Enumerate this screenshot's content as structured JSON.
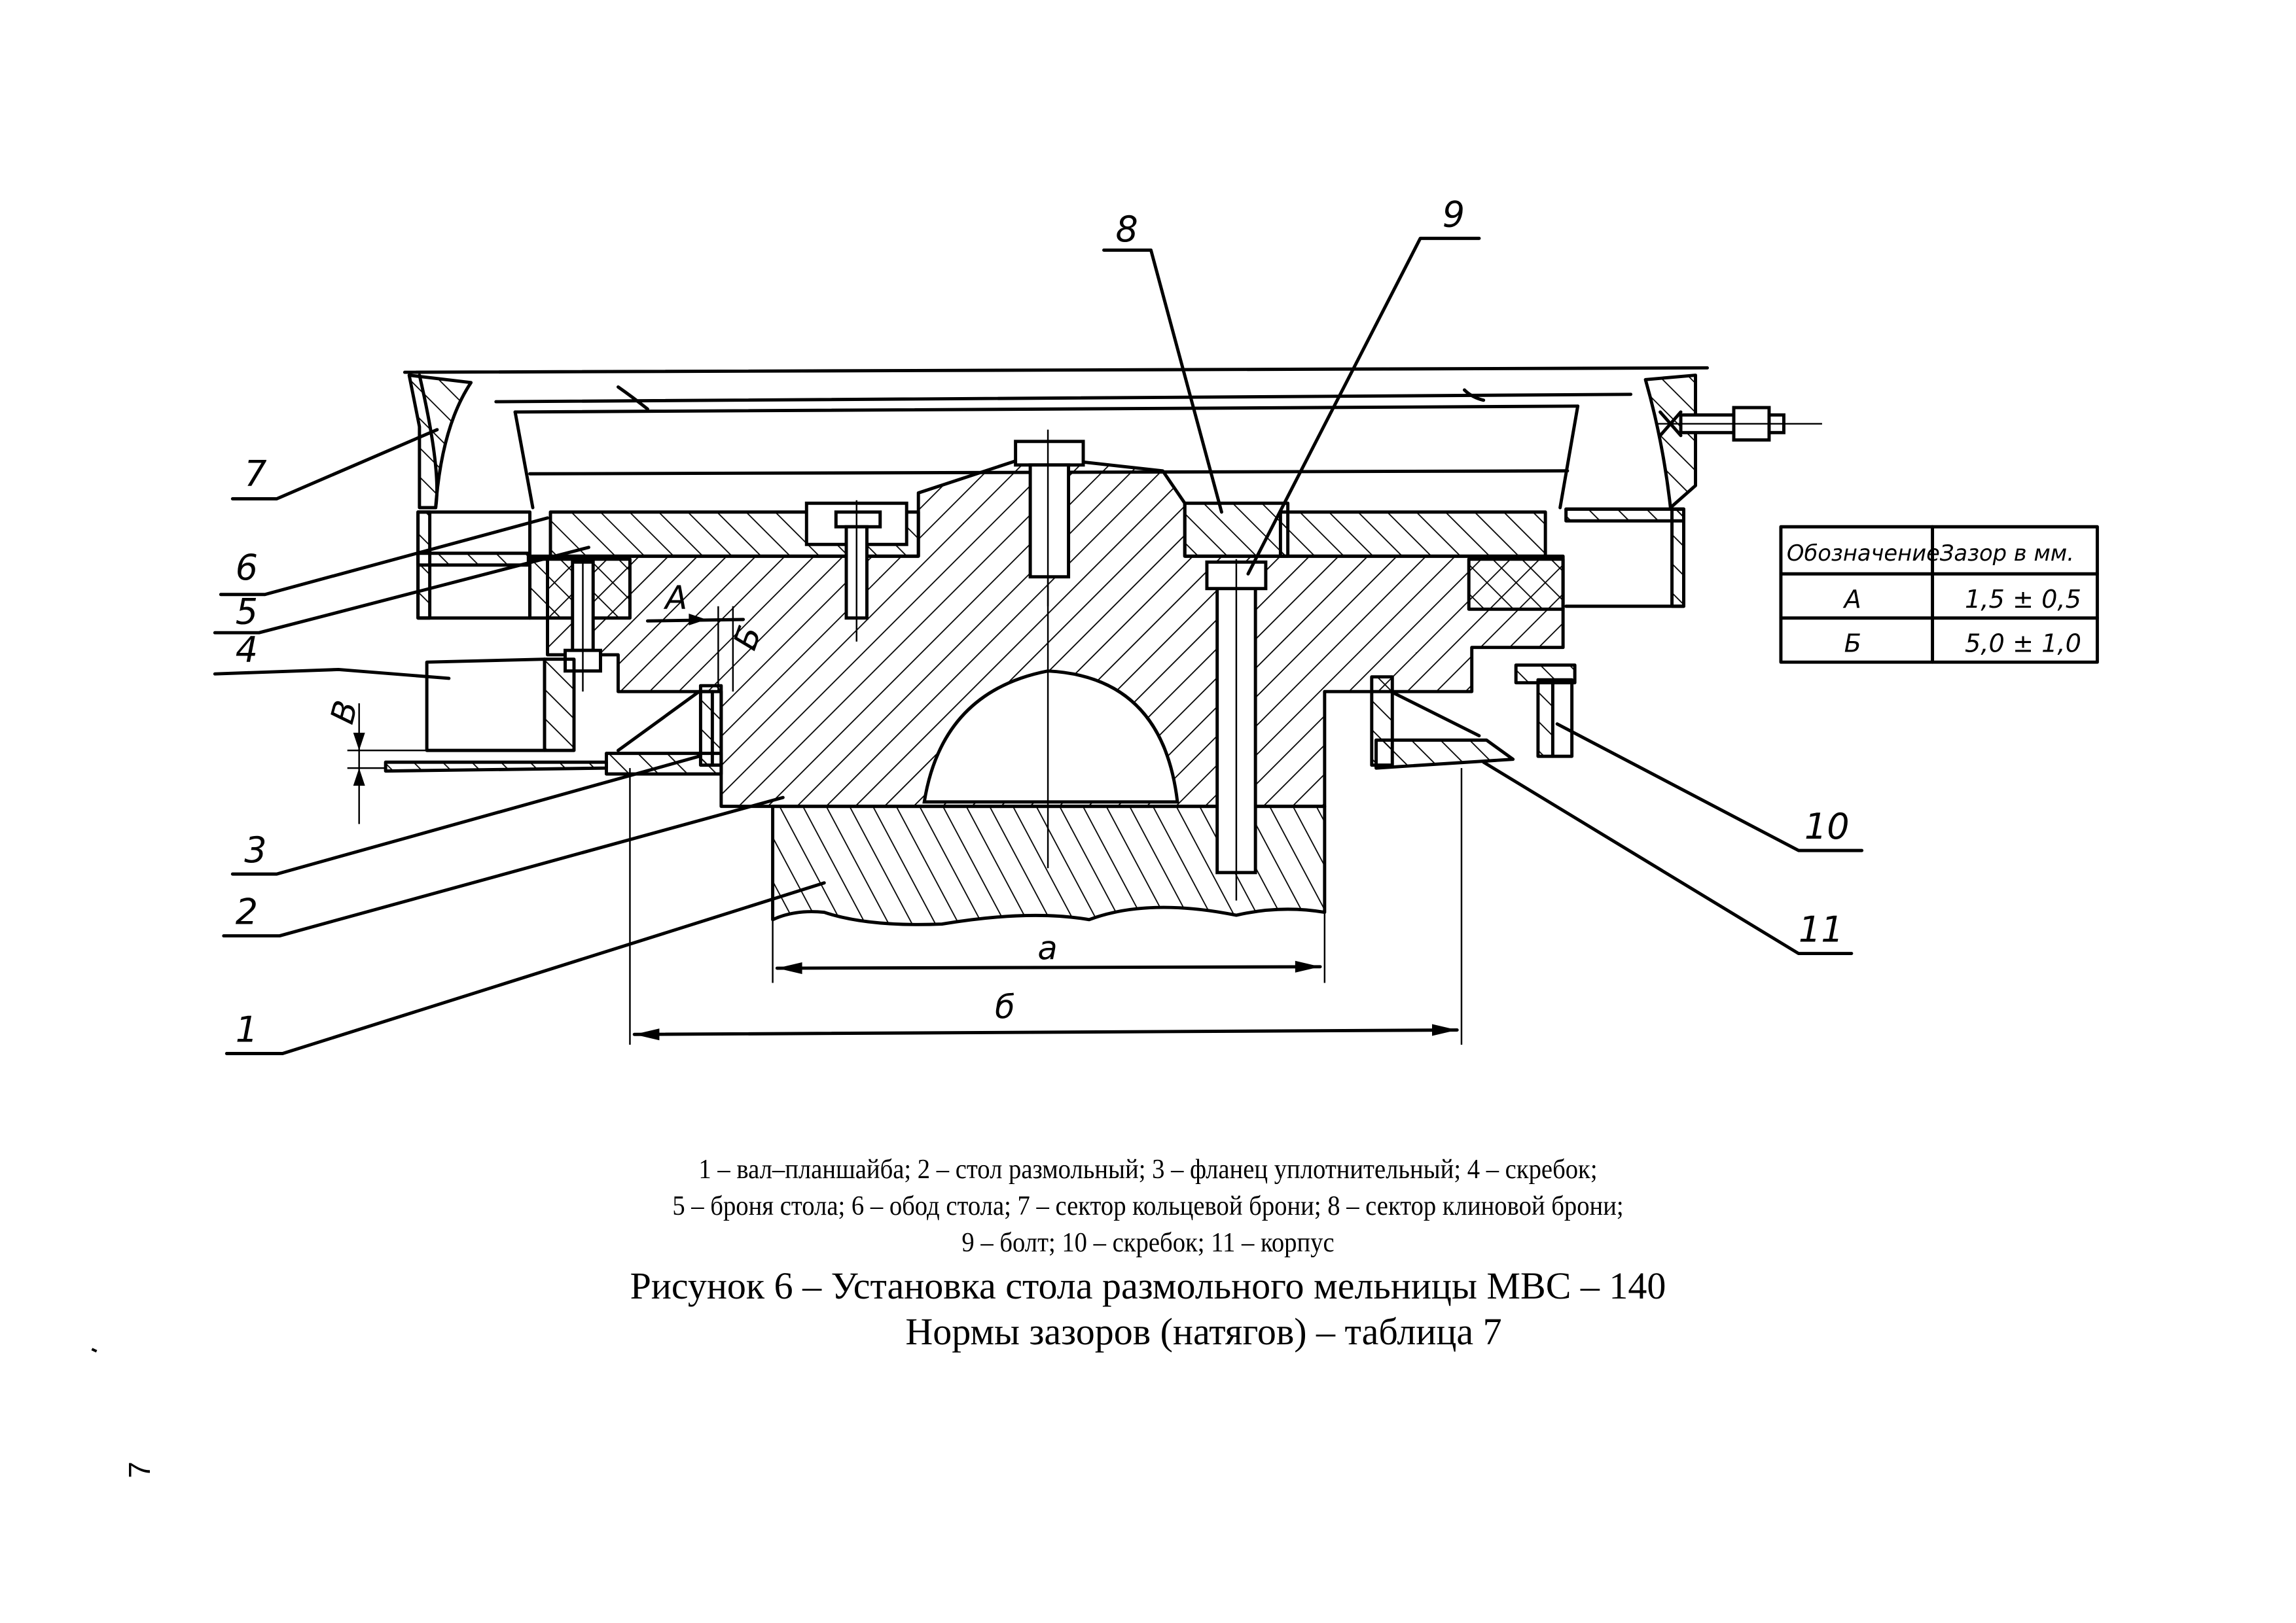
{
  "figure": {
    "callouts": [
      {
        "id": "1",
        "label": "1"
      },
      {
        "id": "2",
        "label": "2"
      },
      {
        "id": "3",
        "label": "3"
      },
      {
        "id": "4",
        "label": "4"
      },
      {
        "id": "5",
        "label": "5"
      },
      {
        "id": "6",
        "label": "6"
      },
      {
        "id": "7",
        "label": "7"
      },
      {
        "id": "8",
        "label": "8"
      },
      {
        "id": "9",
        "label": "9"
      },
      {
        "id": "10",
        "label": "10"
      },
      {
        "id": "11",
        "label": "11"
      }
    ],
    "dimensions": {
      "a": "а",
      "b": "б",
      "gap_A": "А",
      "gap_B_small": "Б",
      "gap_V": "В"
    }
  },
  "gap_table": {
    "headers": [
      "Обозначение",
      "Зазор в мм."
    ],
    "rows": [
      {
        "designation": "А",
        "gap": "1,5 ± 0,5"
      },
      {
        "designation": "Б",
        "gap": "5,0 ± 1,0"
      }
    ]
  },
  "caption": {
    "legend_lines": [
      "1 – вал–планшайба; 2 – стол размольный; 3 – фланец уплотнительный; 4 – скребок;",
      "5 – броня стола; 6 – обод стола; 7 – сектор кольцевой брони; 8 – сектор клиновой брони;",
      "9 – болт; 10 – скребок; 11 – корпус"
    ],
    "title": "Рисунок 6 – Установка стола размольного мельницы МВС – 140",
    "subtitle": "Нормы зазоров (натягов) – таблица 7"
  },
  "page_number": "7"
}
